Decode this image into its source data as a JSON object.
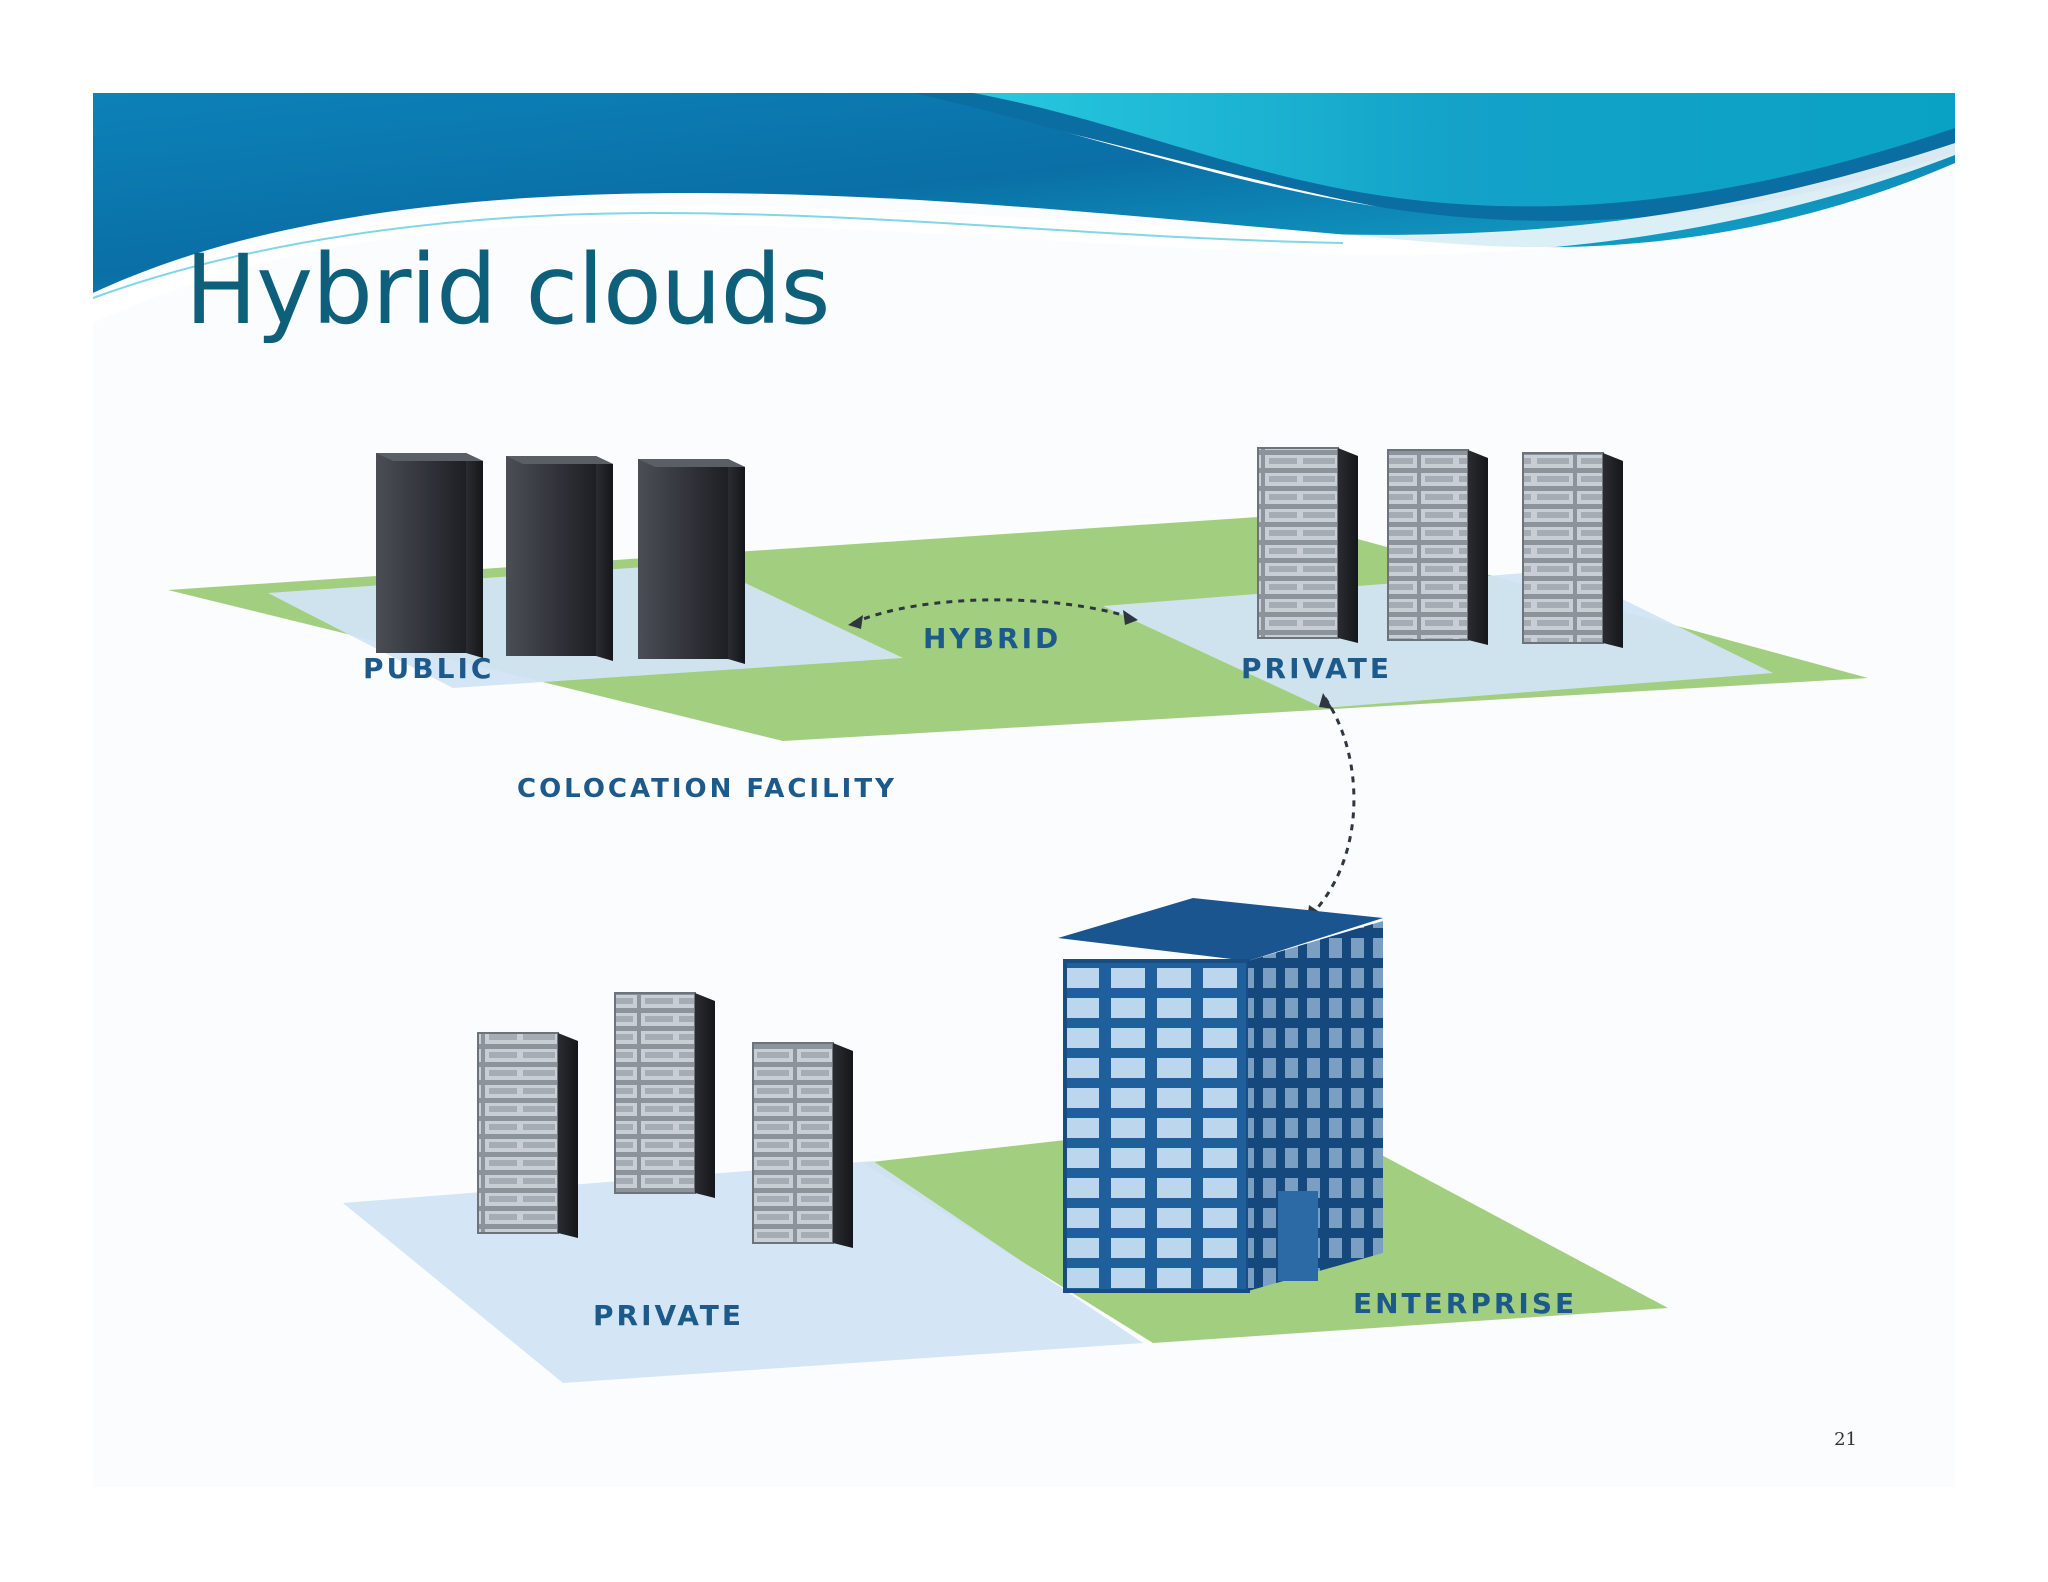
{
  "slide": {
    "title": "Hybrid clouds",
    "page_number": "21"
  },
  "diagram": {
    "labels": {
      "public": "PUBLIC",
      "hybrid": "HYBRID",
      "private_top": "PRIVATE",
      "colocation": "COLOCATION FACILITY",
      "private_bottom": "PRIVATE",
      "enterprise": "ENTERPRISE"
    },
    "colors": {
      "title": "#0e5f7a",
      "label": "#1d5a8c",
      "grass": "#9ccb7a",
      "pad": "#cfe2f3",
      "building": "#1f5f9b",
      "banner_dark": "#0a7fb5",
      "banner_light": "#1fc4d8"
    }
  }
}
